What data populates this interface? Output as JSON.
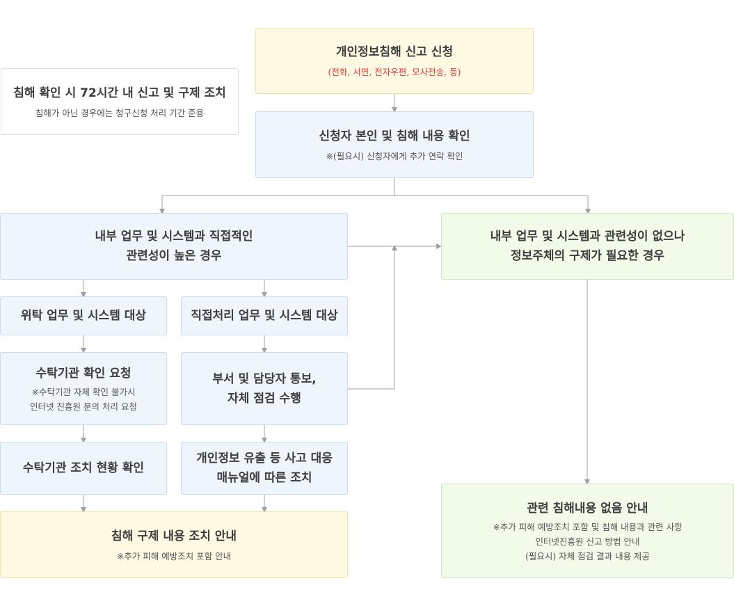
{
  "note": {
    "title": "침해 확인 시 72시간 내 신고 및 구제 조치",
    "subtitle": "침해가 아닌 경우에는 청구신청 처리 기간 준용"
  },
  "start": {
    "title": "개인정보침해 신고 신청",
    "subtitle": "(전화, 서면, 전자우편, 모사전송, 등)"
  },
  "verify": {
    "title": "신청자 본인 및 침해 내용 확인",
    "subtitle": "※(필요시) 신청자에게 추가 연락 확인"
  },
  "related": {
    "line1": "내부 업무 및 시스템과 직접적인",
    "line2": "관련성이 높은 경우"
  },
  "unrelated": {
    "line1": "내부 업무 및 시스템과 관련성이 없으나",
    "line2": "정보주체의 구제가 필요한 경우"
  },
  "outsourced": {
    "title": "위탁 업무 및 시스템 대상"
  },
  "direct": {
    "title": "직접처리 업무 및 시스템 대상"
  },
  "request": {
    "title": "수탁기관 확인 요청",
    "sub1": "※수탁기관 자체 확인 불가시",
    "sub2": "인터넷 진흥원 문의 처리 요청"
  },
  "notify": {
    "line1": "부서 및 담당자 통보,",
    "line2": "자체 점검 수행"
  },
  "status": {
    "title": "수탁기관 조치 현황 확인"
  },
  "manual": {
    "line1": "개인정보 유출 등 사고 대응",
    "line2": "매뉴얼에 따른 조치"
  },
  "remedy": {
    "title": "침해 구제 내용 조치 안내",
    "subtitle": "※추가 피해 예방조치 포함 안내"
  },
  "none": {
    "title": "관련 침해내용 없음 안내",
    "sub1": "※추가 피해 예방조치 포함 및 침해 내용과 관련 사항",
    "sub2": "인터넷진흥원 신고 방법 안내",
    "sub3": "(필요시) 자체 점검 결과 내용 제공"
  },
  "colors": {
    "yellow_bg": "#fff9e3",
    "blue_bg": "#eef5fd",
    "green_bg": "#f2fbea",
    "accent_red": "#e23b3b",
    "connector": "#a0a0a0"
  }
}
